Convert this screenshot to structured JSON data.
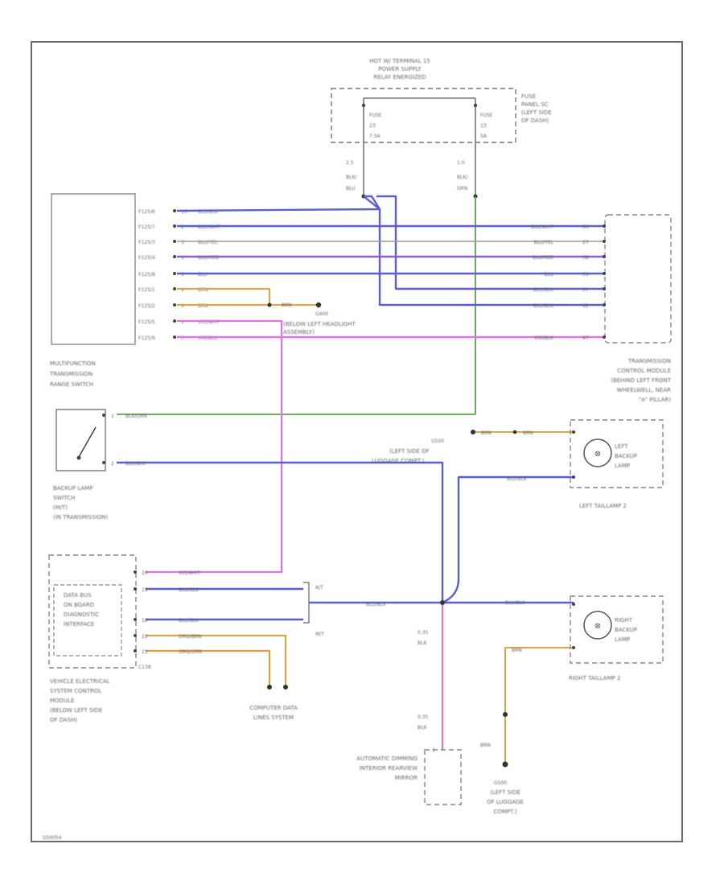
{
  "top_supply": [
    "HOT W/ TERMINAL 15",
    "POWER SUPPLY",
    "RELAY ENERGIZED"
  ],
  "fuse_panel": [
    "FUSE",
    "PANEL SC",
    "(LEFT SIDE",
    "OF DASH)"
  ],
  "fuses": [
    {
      "label": "FUSE",
      "number": "23",
      "amps": "7.5A"
    },
    {
      "label": "FUSE",
      "number": "13",
      "amps": "5A"
    }
  ],
  "fuse_wires": [
    {
      "size": "2.5",
      "color1": "BLK/",
      "color2": "BLU"
    },
    {
      "size": "1.0",
      "color1": "BLK/",
      "color2": "GRN"
    }
  ],
  "mf_switch_name": [
    "MULTIFUNCTION",
    "TRANSMISSION",
    "RANGE SWITCH"
  ],
  "mf_pins": [
    {
      "pin": "F125/6",
      "num": "10",
      "wire": "BLU/BLK"
    },
    {
      "pin": "F125/7",
      "num": "2",
      "wire": "BLU/WHT"
    },
    {
      "pin": "F125/3",
      "num": "3",
      "wire": "BLU/YEL"
    },
    {
      "pin": "F125/4",
      "num": "1",
      "wire": "BLU/RED"
    },
    {
      "pin": "F125/8",
      "num": "5",
      "wire": "BLU"
    },
    {
      "pin": "F125/1",
      "num": "4",
      "wire": "BRN"
    },
    {
      "pin": "F125/2",
      "num": "9",
      "wire": "BRN"
    },
    {
      "pin": "F125/5",
      "num": "6",
      "wire": "VIO/WHT"
    },
    {
      "pin": "F125/9",
      "num": "7",
      "wire": "VIO/BLK"
    }
  ],
  "tcm_pins": [
    {
      "wire": "BLU/WHT",
      "num": "40"
    },
    {
      "wire": "BLU/YEL",
      "num": "27"
    },
    {
      "wire": "BLU/RED",
      "num": "38"
    },
    {
      "wire": "BLU",
      "num": "39"
    },
    {
      "wire": "BLU/BLK",
      "num": "37"
    },
    {
      "wire": "BLU/BLK",
      "num": "42"
    },
    {
      "wire": "VIO/BLK",
      "num": "47"
    }
  ],
  "tcm_name": [
    "TRANSMISSION",
    "CONTROL MODULE",
    "(BEHIND LEFT FRONT",
    "WHEELWELL, NEAR",
    "\"A\" PILLAR)"
  ],
  "ground_g400": {
    "wire": "BRN",
    "name": "G400",
    "desc": [
      "(BELOW LEFT HEADLIGHT",
      "ASSEMBLY)"
    ]
  },
  "backup_switch_name": [
    "BACKUP LAMP",
    "SWITCH",
    "(M/T)",
    "(IN TRANSMISSION)"
  ],
  "backup_switch_wires": [
    {
      "num": "1",
      "wire": "BLK/GRN"
    },
    {
      "num": "2",
      "wire": "BLU/BLK"
    }
  ],
  "ground_g500": {
    "wire1": "BRN",
    "wire2": "BRN",
    "name": "G500",
    "desc": [
      "(LEFT SIDE OF",
      "LUGGAGE COMPT.)"
    ]
  },
  "left_lamp": {
    "name": [
      "LEFT",
      "BACKUP",
      "LAMP"
    ],
    "wire": "BLU/BLK",
    "title": "LEFT TAILLAMP 2"
  },
  "right_lamp": {
    "name": [
      "RIGHT",
      "BACKUP",
      "LAMP"
    ],
    "wire": "BLU/BLK",
    "ground_wire": "BRN",
    "title": "RIGHT TAILLAMP 2"
  },
  "vecm_box": [
    "DATA BUS",
    "ON BOARD",
    "DIAGNOSTIC",
    "INTERFACE"
  ],
  "vecm_pins": [
    {
      "num": "20",
      "wire": "VIO/WHT"
    },
    {
      "num": "19",
      "wire": "BLU/BLK"
    },
    {
      "num": "18",
      "wire": "BLU/BLK"
    },
    {
      "num": "22",
      "wire": "ORG/BRN"
    },
    {
      "num": "21",
      "wire": "ORG/GRN"
    }
  ],
  "vecm_connector": "C138",
  "vecm_name": [
    "VEHICLE ELECTRICAL",
    "SYSTEM CONTROL",
    "MODULE",
    "(BELOW LEFT SIDE",
    "OF DASH)"
  ],
  "trans_labels": [
    "A/T",
    "M/T"
  ],
  "splice_wire": "BLU/BLK",
  "vertical_wire": {
    "size": "0.35",
    "color": "BLK"
  },
  "vertical_wire_2": {
    "size": "0.35",
    "color": "BLK"
  },
  "computer_data": [
    "COMPUTER DATA",
    "LINES SYSTEM"
  ],
  "mirror": {
    "pin": "1",
    "name": [
      "AUTOMATIC DIMMING",
      "INTERIOR REARVIEW",
      "MIRROR"
    ]
  },
  "ground_g500b": {
    "wire": "BRN",
    "name": "G500",
    "desc": [
      "(LEFT SIDE",
      "OF LUGGAGE",
      "COMPT.)"
    ]
  },
  "footer_code": "G56054",
  "colors": {
    "blue": "#5a5fd6",
    "violet": "#e273e2",
    "brown": "#d8a84a",
    "green": "#5aa84a",
    "gray": "#9a9a9a",
    "border": "#6b6b6b"
  }
}
